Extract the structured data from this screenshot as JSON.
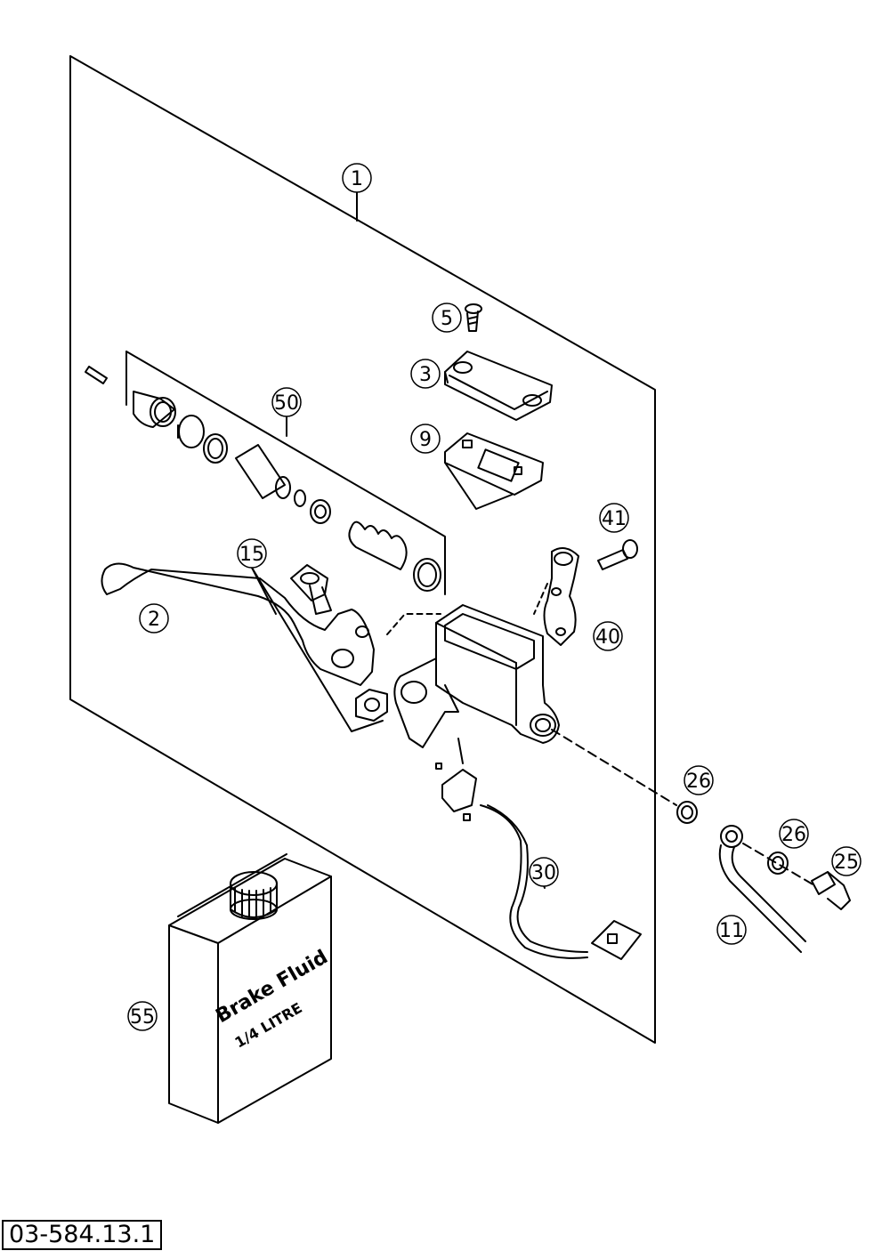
{
  "diagram": {
    "callouts": [
      {
        "id": "c1",
        "label": "1"
      },
      {
        "id": "c2",
        "label": "2"
      },
      {
        "id": "c3",
        "label": "3"
      },
      {
        "id": "c5",
        "label": "5"
      },
      {
        "id": "c9",
        "label": "9"
      },
      {
        "id": "c11",
        "label": "11"
      },
      {
        "id": "c15",
        "label": "15"
      },
      {
        "id": "c25",
        "label": "25"
      },
      {
        "id": "c26a",
        "label": "26"
      },
      {
        "id": "c26b",
        "label": "26"
      },
      {
        "id": "c30",
        "label": "30"
      },
      {
        "id": "c40",
        "label": "40"
      },
      {
        "id": "c41",
        "label": "41"
      },
      {
        "id": "c50",
        "label": "50"
      },
      {
        "id": "c55",
        "label": "55"
      }
    ],
    "fluid_can": {
      "line1": "Brake Fluid",
      "line2": "1/4 LITRE"
    },
    "reference_number": "03-584.13.1"
  }
}
